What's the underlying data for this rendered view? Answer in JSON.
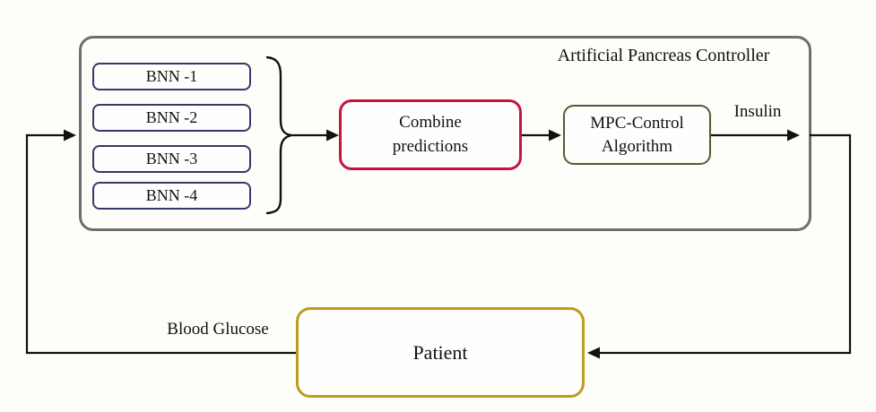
{
  "diagram": {
    "controller": {
      "title": "Artificial Pancreas Controller",
      "bnn_boxes": [
        {
          "label": "BNN -1"
        },
        {
          "label": "BNN -2"
        },
        {
          "label": "BNN -3"
        },
        {
          "label": "BNN -4"
        }
      ],
      "combine_box": {
        "label": "Combine\npredictions"
      },
      "mpc_box": {
        "label": "MPC-Control\nAlgorithm"
      }
    },
    "patient_box": {
      "label": "Patient"
    },
    "edge_labels": {
      "insulin": "Insulin",
      "blood_glucose": "Blood Glucose"
    },
    "colors": {
      "background": "#fdfdfa",
      "container_border": "#6e6e6e",
      "bnn_border": "#333a66",
      "combine_border": "#c2173a",
      "mpc_border": "#4f5e2f",
      "patient_border": "#bd9c1e",
      "line": "#111111"
    }
  }
}
